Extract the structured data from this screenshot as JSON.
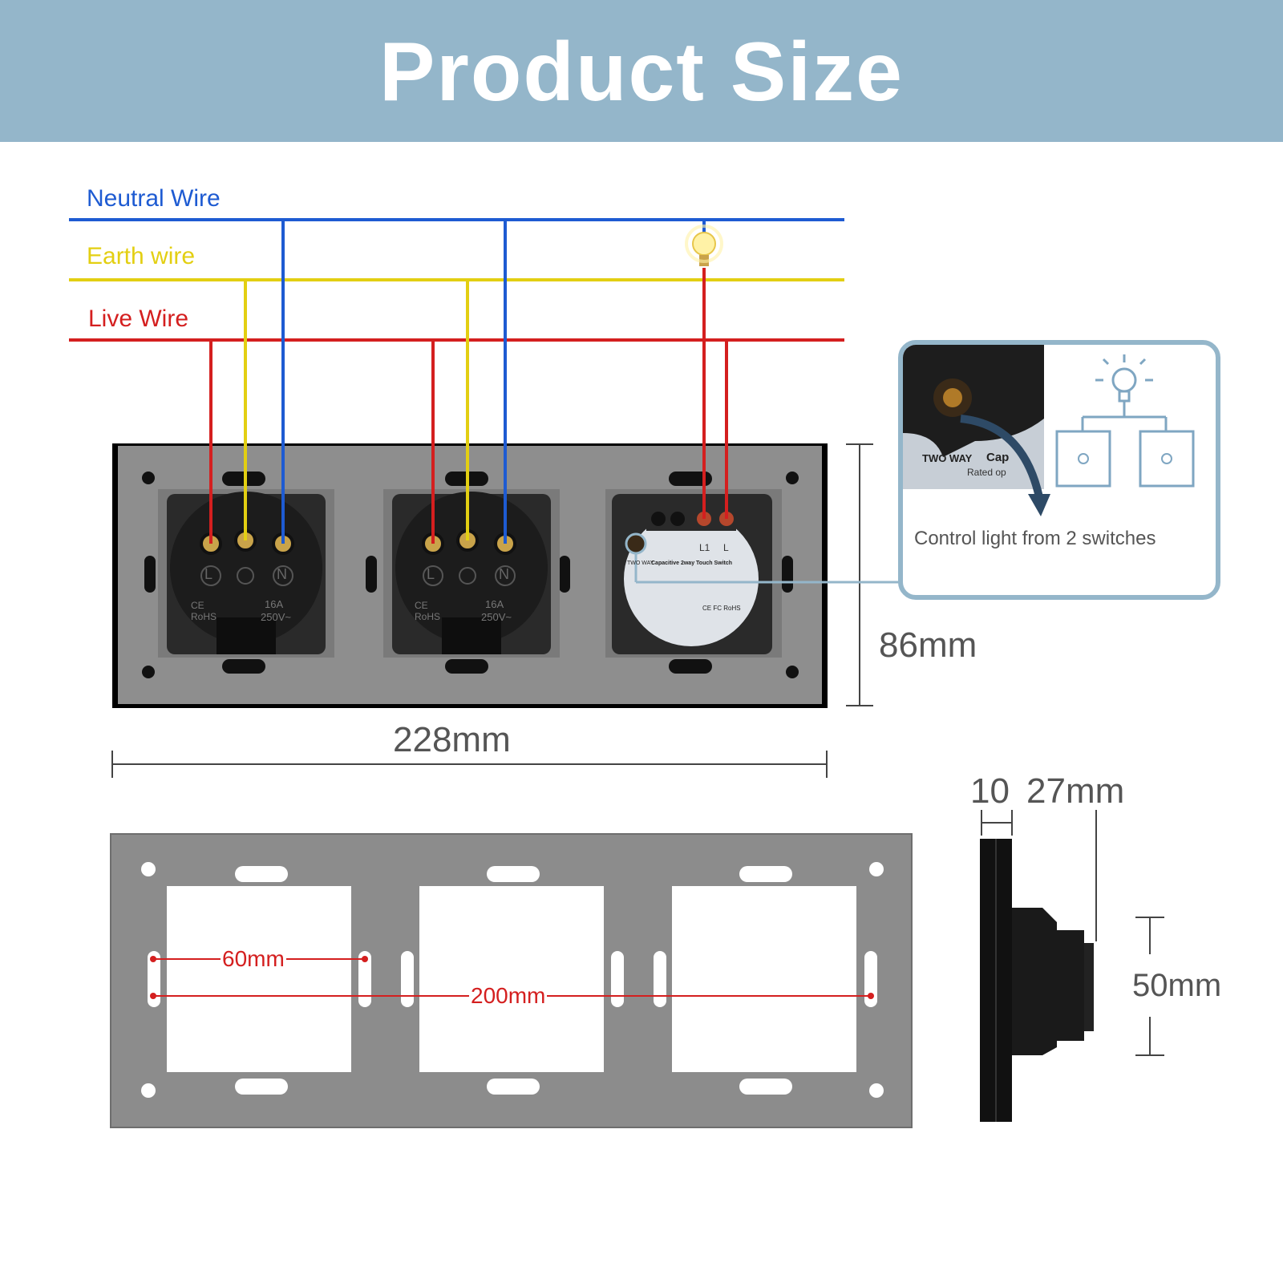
{
  "header": {
    "title": "Product Size"
  },
  "wires": {
    "neutral": {
      "label": "Neutral Wire",
      "color": "#1e5bd2"
    },
    "earth": {
      "label": "Earth wire",
      "color": "#e3cf12"
    },
    "live": {
      "label": "Live Wire",
      "color": "#d41f1f"
    }
  },
  "dimensions": {
    "panel_width": "228mm",
    "panel_height": "86mm",
    "frame_inner": "60mm",
    "frame_span": "200mm",
    "depth_front": "10",
    "depth_total": "27mm",
    "depth_height": "50mm"
  },
  "socket_labels": {
    "live_terminal": "L",
    "neutral_terminal": "N",
    "rating_current": "16A",
    "rating_voltage": "250V~",
    "cert": "CE RoHS"
  },
  "switch_module": {
    "terminal_l1": "L1",
    "terminal_l": "L",
    "brand": "TWO WAY",
    "name": "Capacitive 2way Touch Switch",
    "certs": "CE FC RoHS"
  },
  "callout": {
    "text": "Control light from 2 switches",
    "photo_label_1": "TWO WAY",
    "photo_label_2": "Cap",
    "photo_label_3": "Rated op"
  },
  "colors": {
    "header_bg": "#94b6ca",
    "panel_gray": "#8f8f8f",
    "frame_gray": "#8c8c8c"
  }
}
